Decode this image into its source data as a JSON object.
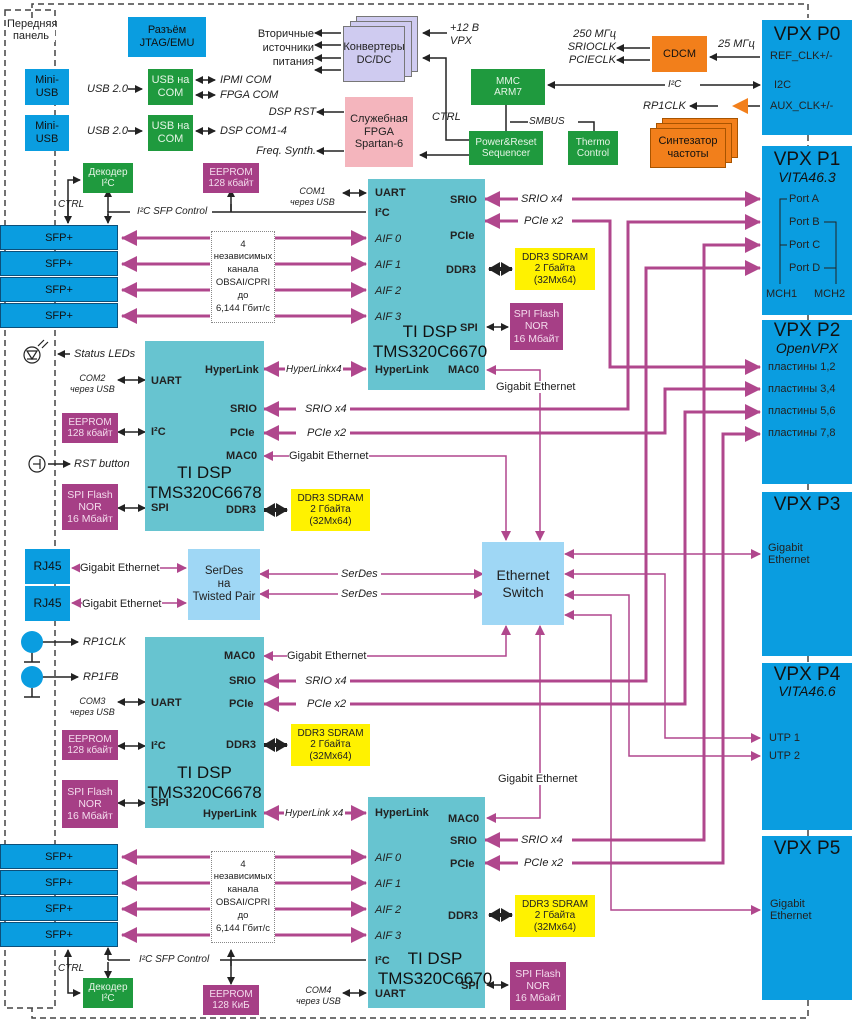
{
  "front_panel": {
    "label_line1": "Передняя",
    "label_line2": "панель"
  },
  "jtag": {
    "line1": "Разъём",
    "line2": "JTAG/EMU"
  },
  "mini_usb": [
    {
      "line1": "Mini-",
      "line2": "USB"
    },
    {
      "line1": "Mini-",
      "line2": "USB"
    }
  ],
  "usb_links": [
    "USB 2.0",
    "USB 2.0"
  ],
  "usb_to_com": [
    {
      "line1": "USB на",
      "line2": "COM"
    },
    {
      "line1": "USB на",
      "line2": "COM"
    }
  ],
  "com_labels": {
    "ipmi": "IPMI COM",
    "fpga": "FPGA COM",
    "dsp": "DSP COM1-4"
  },
  "power": {
    "secondary_l1": "Вторичные",
    "secondary_l2": "источники",
    "secondary_l3": "питания",
    "dcdc_l1": "Конвертеры",
    "dcdc_l2": "DC/DC",
    "input_l1": "+12 В",
    "input_l2": "VPX",
    "ctrl": "CTRL"
  },
  "fpga": {
    "line1": "Служебная",
    "line2": "FPGA",
    "line3": "Spartan-6",
    "dsp_rst": "DSP RST",
    "freq_synth": "Freq. Synth."
  },
  "mmc": {
    "line1": "MMC",
    "line2": "ARM7",
    "smbus": "SMBUS",
    "i2c": "I²C"
  },
  "sequencer": {
    "line1": "Power&Reset",
    "line2": "Sequencer"
  },
  "thermo": {
    "line1": "Thermo",
    "line2": "Control"
  },
  "clock": {
    "cdcm": "CDCM",
    "f250": "250 МГц",
    "srioclk": "SRIOCLK",
    "pcieclk": "PCIECLK",
    "f25": "25 МГц",
    "rp1clk": "RP1CLK",
    "synth_l1": "Синтезатор",
    "synth_l2": "частоты"
  },
  "vpx": {
    "p0": {
      "title": "VPX P0",
      "items": [
        "REF_CLK+/-",
        "I2C",
        "AUX_CLK+/-"
      ]
    },
    "p1": {
      "title": "VPX P1",
      "subtitle": "VITA46.3",
      "ports": [
        "Port A",
        "Port B",
        "Port C",
        "Port D"
      ],
      "mch": [
        "MCH1",
        "MCH2"
      ]
    },
    "p2": {
      "title": "VPX P2",
      "subtitle": "OpenVPX",
      "items": [
        "пластины 1,2",
        "пластины 3,4",
        "пластины 5,6",
        "пластины 7,8"
      ]
    },
    "p3": {
      "title": "VPX P3",
      "line1": "Gigabit",
      "line2": "Ethernet"
    },
    "p4": {
      "title": "VPX P4",
      "subtitle": "VITA46.6",
      "items": [
        "UTP 1",
        "UTP 2"
      ]
    },
    "p5": {
      "title": "VPX P5",
      "line1": "Gigabit",
      "line2": "Ethernet"
    }
  },
  "decoder": {
    "line1": "Декодер",
    "line2": "I²C",
    "ctrl": "CTRL"
  },
  "eeprom": {
    "line1": "EEPROM",
    "line2": "128 кбайт",
    "line2_kib": "128 КиБ"
  },
  "spi_flash": {
    "line1": "SPI Flash",
    "line2": "NOR",
    "line3": "16 Мбайт"
  },
  "ddr": {
    "line1": "DDR3 SDRAM",
    "line2": "2 Гбайта",
    "line3": "(32Mx64)"
  },
  "sfp_label": "SFP+",
  "sfp_control": "I²C SFP Control",
  "obsai_note": [
    "4",
    "независимых",
    "канала",
    "OBSAI/CPRI",
    "до",
    "6,144 Гбит/с"
  ],
  "aif": [
    "AIF 0",
    "AIF 1",
    "AIF 2",
    "AIF 3"
  ],
  "dsp_ports": {
    "uart": "UART",
    "i2c": "I²C",
    "srio": "SRIO",
    "pcie": "PCIe",
    "ddr3": "DDR3",
    "spi": "SPI",
    "mac0": "MAC0",
    "hyperlink": "HyperLink"
  },
  "dsp_names": {
    "tms6670_l1": "TI DSP",
    "tms6670_l2": "TMS320C6670",
    "tms6678_l1": "TI DSP",
    "tms6678_l2": "TMS320C6678"
  },
  "com_via_usb": {
    "com1": "COM1",
    "com2": "COM2",
    "com3": "COM3",
    "com4": "COM4",
    "via": "через USB"
  },
  "links": {
    "srio": "SRIO x4",
    "pcie": "PCIe x2",
    "hyperlink1": "HyperLinkx4",
    "hyperlink2": "HyperLink x4",
    "gbe": "Gigabit Ethernet",
    "serdes": "SerDes"
  },
  "front": {
    "status_leds": "Status LEDs",
    "rst_button": "RST button",
    "rp1clk": "RP1CLK",
    "rp1fb": "RP1FB"
  },
  "rj45": "RJ45",
  "serdes_box": {
    "line1": "SerDes",
    "line2": "на",
    "line3": "Twisted Pair"
  },
  "switch": {
    "line1": "Ethernet",
    "line2": "Switch"
  },
  "colors": {
    "link": "#b0478d",
    "dark": "#222222",
    "dsp": "#67c4d0",
    "vpx": "#0a9de0"
  }
}
